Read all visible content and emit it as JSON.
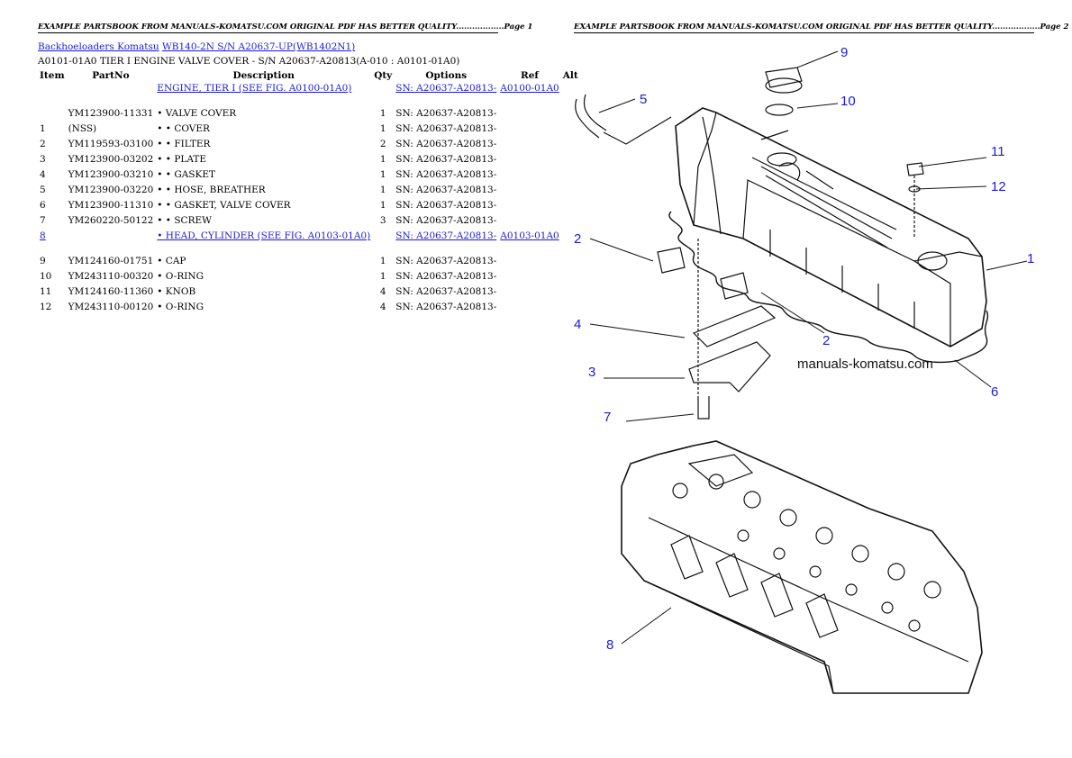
{
  "header": {
    "left": "EXAMPLE PARTSBOOK FROM MANUALS-KOMATSU.COM ORIGINAL PDF HAS BETTER QUALITY..................Page 1",
    "right": "EXAMPLE PARTSBOOK FROM MANUALS-KOMATSU.COM ORIGINAL PDF HAS BETTER QUALITY..................Page 2"
  },
  "breadcrumb": {
    "link1": "Backhoeloaders Komatsu",
    "link2": "WB140-2N S/N A20637-UP(WB1402N1)"
  },
  "subtitle": "A0101-01A0 TIER I ENGINE VALVE COVER - S/N A20637-A20813(A-010 : A0101-01A0)",
  "table": {
    "headers": {
      "item": "Item",
      "partno": "PartNo",
      "description": "Description",
      "qty": "Qty",
      "options": "Options",
      "ref": "Ref",
      "alt": "Alt"
    },
    "rows": [
      {
        "item": "",
        "partno": "",
        "description": "ENGINE, TIER I (SEE FIG. A0100-01A0)",
        "qty": "",
        "options": "SN: A20637-A20813-",
        "ref": "A0100-01A0",
        "alt": ""
      },
      {
        "item": "",
        "partno": "YM123900-11331",
        "description": "• VALVE COVER",
        "qty": "1",
        "options": "SN: A20637-A20813-",
        "ref": "",
        "alt": ""
      },
      {
        "item": "1",
        "partno": "(NSS)",
        "description": "• • COVER",
        "qty": "1",
        "options": "SN: A20637-A20813-",
        "ref": "",
        "alt": ""
      },
      {
        "item": "2",
        "partno": "YM119593-03100",
        "description": "• • FILTER",
        "qty": "2",
        "options": "SN: A20637-A20813-",
        "ref": "",
        "alt": ""
      },
      {
        "item": "3",
        "partno": "YM123900-03202",
        "description": "• • PLATE",
        "qty": "1",
        "options": "SN: A20637-A20813-",
        "ref": "",
        "alt": ""
      },
      {
        "item": "4",
        "partno": "YM123900-03210",
        "description": "• • GASKET",
        "qty": "1",
        "options": "SN: A20637-A20813-",
        "ref": "",
        "alt": ""
      },
      {
        "item": "5",
        "partno": "YM123900-03220",
        "description": "• • HOSE, BREATHER",
        "qty": "1",
        "options": "SN: A20637-A20813-",
        "ref": "",
        "alt": ""
      },
      {
        "item": "6",
        "partno": "YM123900-11310",
        "description": "• • GASKET, VALVE COVER",
        "qty": "1",
        "options": "SN: A20637-A20813-",
        "ref": "",
        "alt": ""
      },
      {
        "item": "7",
        "partno": "YM260220-50122",
        "description": "• • SCREW",
        "qty": "3",
        "options": "SN: A20637-A20813-",
        "ref": "",
        "alt": ""
      },
      {
        "item": "8",
        "partno": "",
        "description": "• HEAD, CYLINDER (SEE FIG. A0103-01A0)",
        "qty": "",
        "options": "SN: A20637-A20813-",
        "ref": "A0103-01A0",
        "alt": ""
      },
      {
        "item": "9",
        "partno": "YM124160-01751",
        "description": "• CAP",
        "qty": "1",
        "options": "SN: A20637-A20813-",
        "ref": "",
        "alt": ""
      },
      {
        "item": "10",
        "partno": "YM243110-00320",
        "description": "• O-RING",
        "qty": "1",
        "options": "SN: A20637-A20813-",
        "ref": "",
        "alt": ""
      },
      {
        "item": "11",
        "partno": "YM124160-11360",
        "description": "• KNOB",
        "qty": "4",
        "options": "SN: A20637-A20813-",
        "ref": "",
        "alt": ""
      },
      {
        "item": "12",
        "partno": "YM243110-00120",
        "description": "• O-RING",
        "qty": "4",
        "options": "SN: A20637-A20813-",
        "ref": "",
        "alt": ""
      }
    ]
  },
  "diagram": {
    "callouts": [
      "9",
      "5",
      "10",
      "11",
      "12",
      "1",
      "2",
      "2",
      "4",
      "3",
      "6",
      "7",
      "8"
    ],
    "watermark": "manuals-komatsu.com",
    "callout_color": "#1a1adc"
  }
}
